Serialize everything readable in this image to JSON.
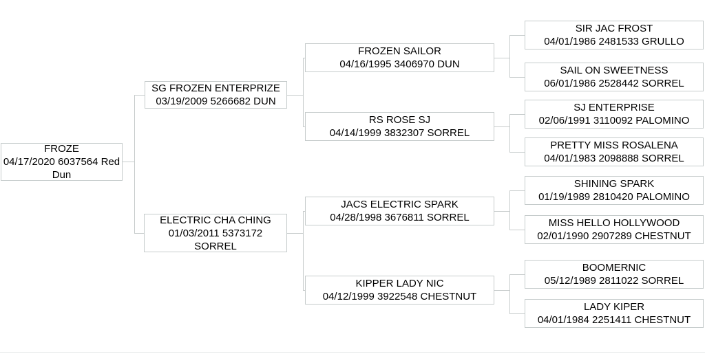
{
  "colors": {
    "background": "#ffffff",
    "box_border": "#c5cbcb",
    "connector_line": "#c6cbcb",
    "text": "#000000"
  },
  "pedigree": {
    "root": {
      "name": "FROZE",
      "info": "04/17/2020 6037564 Red Dun"
    },
    "gen1": [
      {
        "name": "SG FROZEN ENTERPRIZE",
        "info": "03/19/2009 5266682 DUN"
      },
      {
        "name": "ELECTRIC CHA CHING",
        "info": "01/03/2011 5373172 SORREL"
      }
    ],
    "gen2": [
      {
        "name": "FROZEN SAILOR",
        "info": "04/16/1995 3406970 DUN"
      },
      {
        "name": "RS ROSE SJ",
        "info": "04/14/1999 3832307 SORREL"
      },
      {
        "name": "JACS ELECTRIC SPARK",
        "info": "04/28/1998 3676811 SORREL"
      },
      {
        "name": "KIPPER LADY NIC",
        "info": "04/12/1999 3922548 CHESTNUT"
      }
    ],
    "gen3": [
      {
        "name": "SIR JAC FROST",
        "info": "04/01/1986 2481533 GRULLO"
      },
      {
        "name": "SAIL ON SWEETNESS",
        "info": "06/01/1986 2528442 SORREL"
      },
      {
        "name": "SJ ENTERPRISE",
        "info": "02/06/1991 3110092 PALOMINO"
      },
      {
        "name": "PRETTY MISS ROSALENA",
        "info": "04/01/1983 2098888 SORREL"
      },
      {
        "name": "SHINING SPARK",
        "info": "01/19/1989 2810420 PALOMINO"
      },
      {
        "name": "MISS HELLO HOLLYWOOD",
        "info": "02/01/1990 2907289 CHESTNUT"
      },
      {
        "name": "BOOMERNIC",
        "info": "05/12/1989 2811022 SORREL"
      },
      {
        "name": "LADY KIPER",
        "info": "04/01/1984 2251411 CHESTNUT"
      }
    ]
  }
}
